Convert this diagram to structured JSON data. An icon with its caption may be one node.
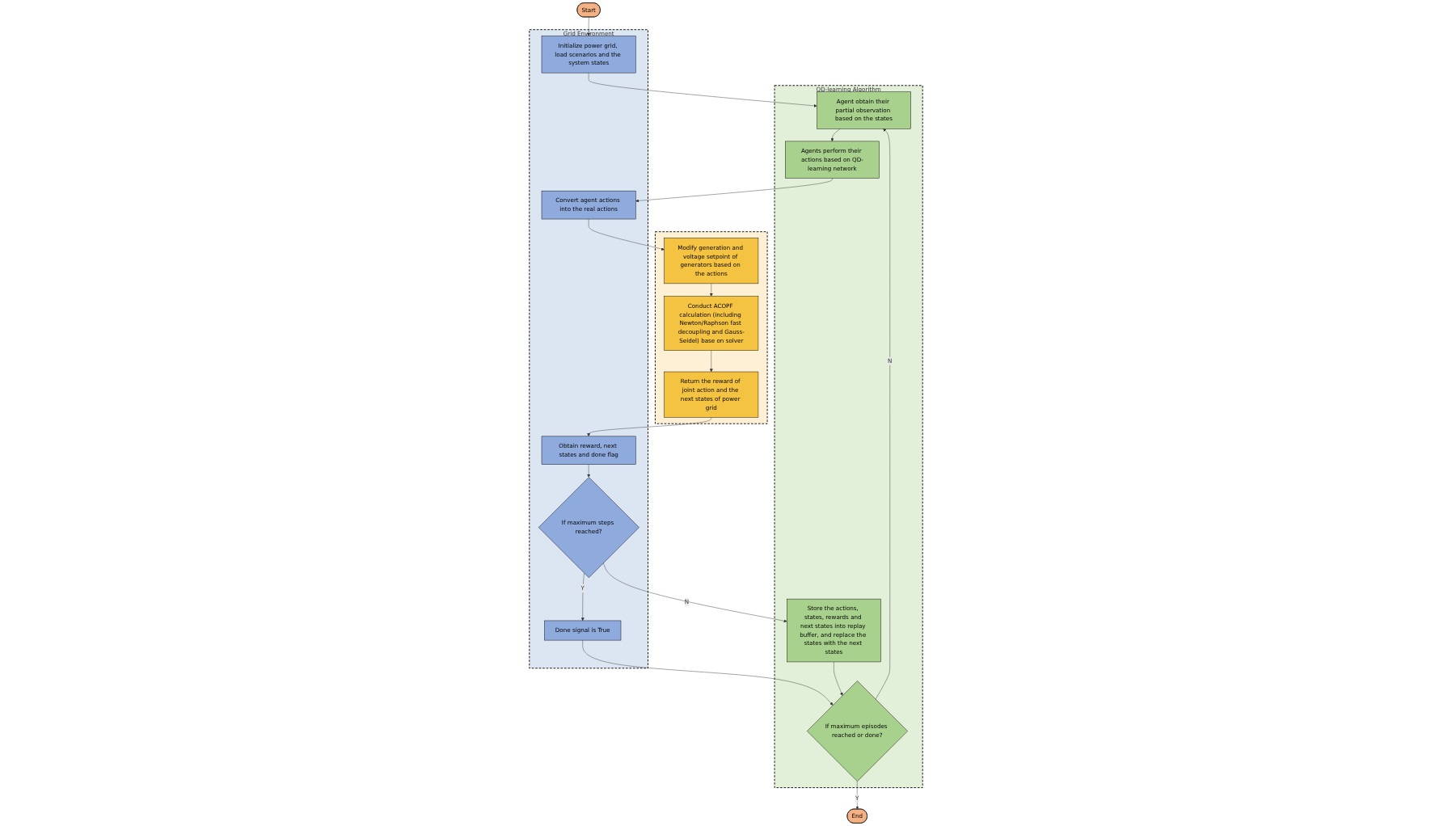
{
  "diagram": {
    "nodes": [
      {
        "text": [
          "Start"
        ]
      },
      {
        "text": [],
        "shape": "box"
      },
      {
        "text": [
          "Modify generation and voltage setpoint of generators based on the actions"
        ],
        "in": 1
      },
      {
        "text": [
          "Conduct ACOPF calculation (including Newton/Raphson fast decoupling and Gauss-Seidel) base on solver"
        ],
        "in": 1
      },
      {
        "text": [
          "Return the reward of joint action and the next states of power grid"
        ],
        "in": 1
      },
      {
        "text": [
          "Grid Environment"
        ]
      },
      {
        "text": [
          "Initialize power grid, load scenarios and the system states"
        ],
        "in": 5
      },
      {
        "text": [
          "Convert agent actions into the real actions"
        ],
        "in": 5
      },
      {
        "text": [
          "Obtain reward, next states and done flag"
        ],
        "in": 5
      },
      {
        "text": [
          "If maximum steps reached?"
        ],
        "in": 5
      },
      {
        "text": [
          "Done signal is True"
        ],
        "in": 5
      },
      {
        "text": [
          "QD-learning Algorithm"
        ]
      },
      {
        "text": [
          "Agent obtain their partial observation based on the states"
        ],
        "in": 11
      },
      {
        "text": [
          "Agents perform their actions based on QD-learning network"
        ],
        "in": 11
      },
      {
        "text": [
          "Store the actions, states, rewards and next states into replay buffer, and replace the states with the next states"
        ],
        "in": 11
      },
      {
        "text": [
          "If maximum episodes reached or done?"
        ],
        "in": 11
      },
      {
        "text": [
          "End"
        ]
      }
    ],
    "edges": [
      {
        "from": 0,
        "to": 6,
        "arrow": "to"
      },
      {
        "from": 6,
        "to": 12,
        "arrow": "to"
      },
      {
        "from": 12,
        "to": 13,
        "arrow": "to"
      },
      {
        "from": 13,
        "to": 7,
        "arrow": "to"
      },
      {
        "from": 7,
        "to": 2,
        "arrow": "to"
      },
      {
        "from": 2,
        "to": 3,
        "arrow": "to"
      },
      {
        "from": 3,
        "to": 4,
        "arrow": "to"
      },
      {
        "from": 4,
        "to": 8,
        "arrow": "to"
      },
      {
        "from": 8,
        "to": 9,
        "arrow": "to"
      },
      {
        "from": 9,
        "to": 14,
        "label": "N",
        "arrow": "to"
      },
      {
        "from": 9,
        "to": 10,
        "label": "Y",
        "arrow": "to"
      },
      {
        "from": 10,
        "to": 15,
        "arrow": "to"
      },
      {
        "from": 14,
        "to": 15,
        "arrow": "to"
      },
      {
        "from": 15,
        "to": 16,
        "label": "Y",
        "arrow": "to"
      },
      {
        "from": 15,
        "to": 12,
        "label": "N",
        "arrow": "to"
      }
    ]
  }
}
